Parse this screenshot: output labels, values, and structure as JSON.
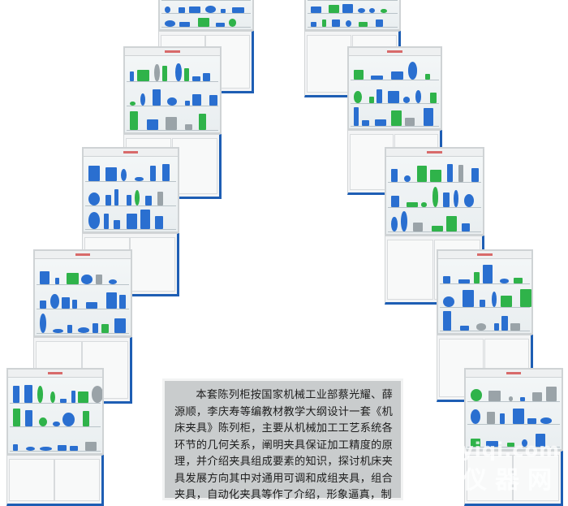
{
  "description": {
    "text": "本套陈列柜按国家机械工业部蔡光耀、薛源顺，李庆寿等编教材教学大纲设计一套《机床夹具》陈列柜，主要从机械加工工艺系统各环节的几何关系，阐明夹具保证加工精度的原理，并介绍夹具组成要素的知识，探讨机床夹具发展方向其中对通用可调和成组夹具，组合夹具，自动化夹具等作了介绍，形象逼真，制"
  },
  "watermark": {
    "latin": "yiqi.com",
    "chinese": "仪器网"
  },
  "colors": {
    "cabinet_frame_accent": "#1e5eb4",
    "model_blue": "#2a6fd0",
    "model_green": "#2fb34a",
    "label_red": "#d86a6a",
    "text_panel": "#c9cccd"
  },
  "cabinets": [
    {
      "id": "L1"
    },
    {
      "id": "L2"
    },
    {
      "id": "L3"
    },
    {
      "id": "L4"
    },
    {
      "id": "L5"
    },
    {
      "id": "R1"
    },
    {
      "id": "R2"
    },
    {
      "id": "R3"
    },
    {
      "id": "R4"
    },
    {
      "id": "R5"
    }
  ]
}
